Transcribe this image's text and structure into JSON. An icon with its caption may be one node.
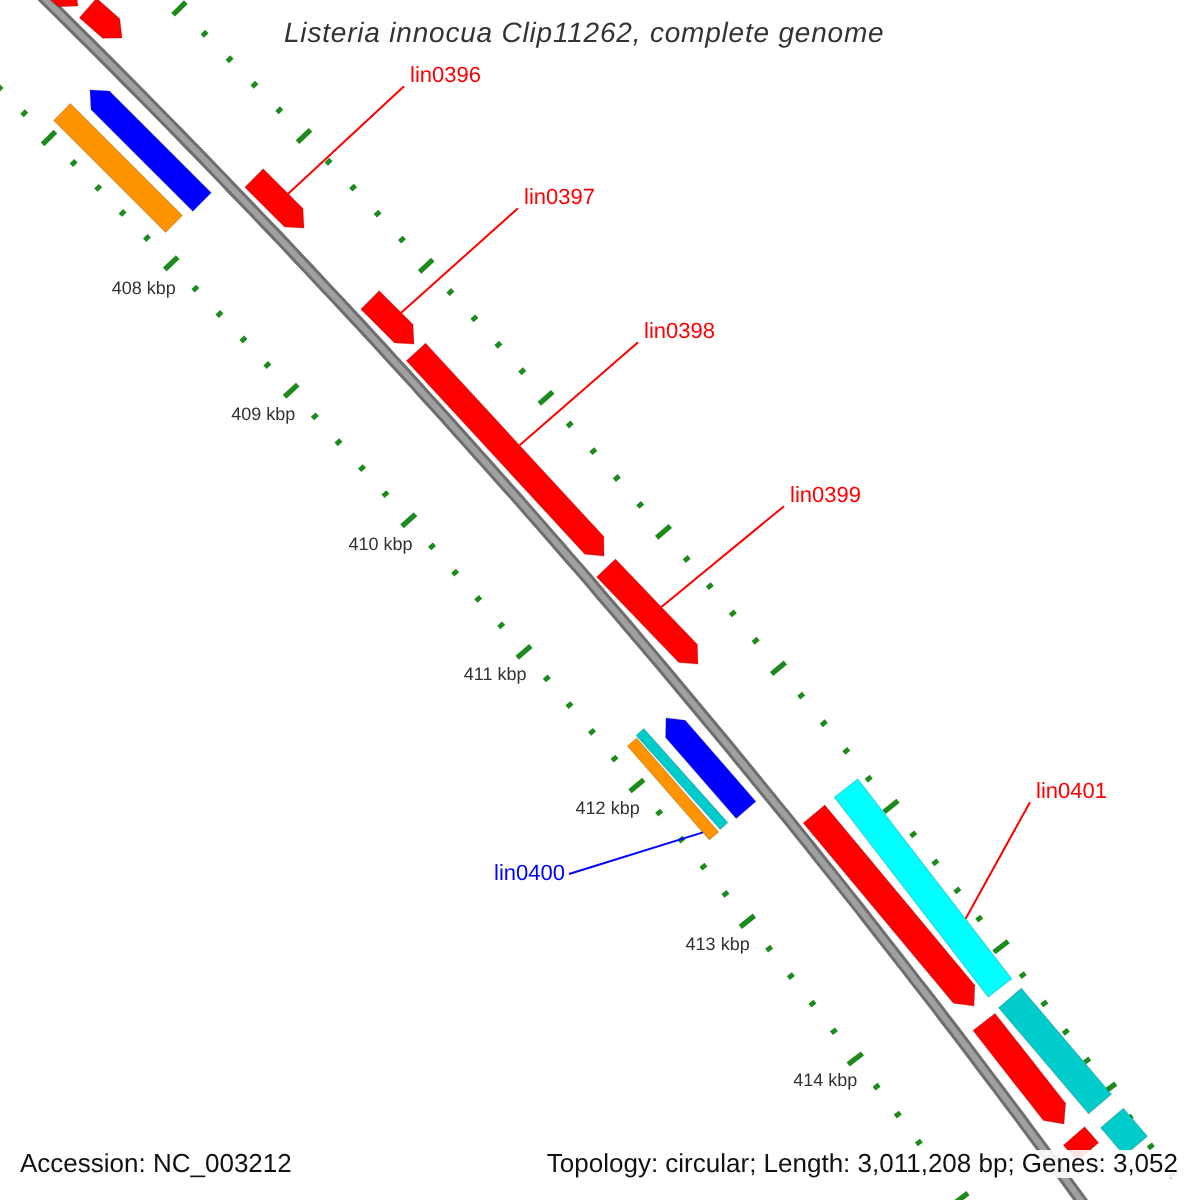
{
  "diagram": {
    "title": "Listeria innocua Clip11262, complete genome",
    "nodes": [
      {
        "text": [
          "lin0396"
        ]
      },
      {
        "text": [
          "lin0397"
        ]
      },
      {
        "text": [
          "lin0398"
        ]
      },
      {
        "text": [
          "lin0399"
        ]
      },
      {
        "text": [
          "lin0401"
        ]
      },
      {
        "text": [
          "lin0400"
        ]
      },
      {
        "text": [],
        "shape": "arrow"
      },
      {
        "text": [],
        "shape": "arrow"
      },
      {
        "text": [],
        "shape": "arrow"
      },
      {
        "text": [],
        "shape": "bar"
      },
      {
        "text": [],
        "shape": "arrow"
      },
      {
        "text": [],
        "shape": "arrow"
      },
      {
        "text": [],
        "shape": "arrow"
      },
      {
        "text": [],
        "shape": "arrow"
      },
      {
        "text": [],
        "shape": "bar"
      },
      {
        "text": [],
        "shape": "bar"
      },
      {
        "text": [],
        "shape": "arrow"
      },
      {
        "text": [],
        "shape": "arrow"
      },
      {
        "text": [],
        "shape": "bar"
      },
      {
        "text": [],
        "shape": "arrow"
      },
      {
        "text": [],
        "shape": "bar"
      },
      {
        "text": [],
        "shape": "bar"
      },
      {
        "text": [],
        "shape": "bar"
      }
    ],
    "edges": [
      {
        "from": 0,
        "to": 10,
        "arrow": "none"
      },
      {
        "from": 1,
        "to": 11,
        "arrow": "none"
      },
      {
        "from": 2,
        "to": 12,
        "arrow": "none"
      },
      {
        "from": 3,
        "to": 13,
        "arrow": "none"
      },
      {
        "from": 4,
        "to": 18,
        "arrow": "none"
      },
      {
        "from": 5,
        "to": 15,
        "arrow": "none",
        "color": "#0000ff"
      }
    ],
    "labels": [
      "408 kbp",
      "409 kbp",
      "410 kbp",
      "411 kbp",
      "412 kbp",
      "413 kbp",
      "414 kbp",
      "Accession: NC_003212",
      "Topology: circular; Length: 3,011,208 bp; Genes: 3,052"
    ]
  }
}
